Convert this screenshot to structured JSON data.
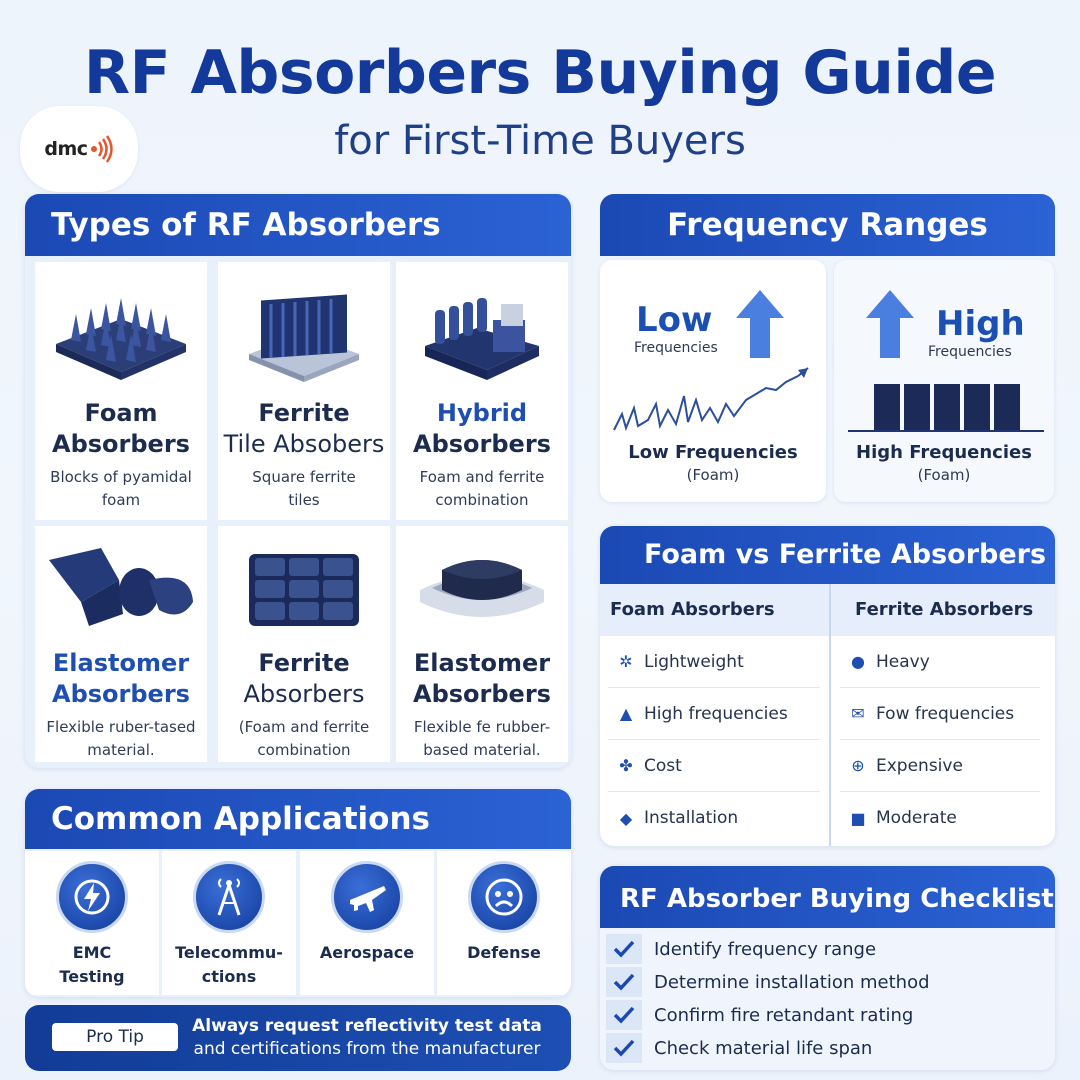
{
  "title": "RF Absorbers Buying Guide",
  "subtitle": "for First-Time Buyers",
  "logo": {
    "text": "dmc"
  },
  "types": {
    "heading": "Types of RF Absorbers",
    "items": [
      {
        "name1": "Foam",
        "name2": "Absorbers",
        "desc1": "Blocks of pyamidal",
        "desc2": "foam"
      },
      {
        "name1": "Ferrite",
        "name2": "Tile Absobers",
        "desc1": "Square ferrite",
        "desc2": "tiles"
      },
      {
        "name1": "Hybrid",
        "name2": "Absorbers",
        "desc1": "Foam and ferrite",
        "desc2": "combination"
      },
      {
        "name1": "Elastomer",
        "name2": "Absorbers",
        "desc1": "Flexible ruber-tased",
        "desc2": "material."
      },
      {
        "name1": "Ferrite",
        "name2": "Absorbers",
        "desc1": "(Foam and ferrite",
        "desc2": "combination"
      },
      {
        "name1": "Elastomer",
        "name2": "Absorbers",
        "desc1": "Flexible fe rubber-",
        "desc2": "based material."
      }
    ]
  },
  "frequency": {
    "heading": "Frequency Ranges",
    "low": {
      "big": "Low",
      "small": "Frequencies",
      "label": "Low Frequencies",
      "sub": "(Foam)"
    },
    "high": {
      "big": "High",
      "small": "Frequencies",
      "label": "High Frequencies",
      "sub": "(Foam)"
    }
  },
  "comparison": {
    "heading": "Foam vs Ferrite Absorbers",
    "col_foam": "Foam Absorbers",
    "col_ferrite": "Ferrite Absorbers",
    "foam_rows": [
      "Lightweight",
      "High frequencies",
      "Cost",
      "Installation"
    ],
    "ferrite_rows": [
      "Heavy",
      "Fow frequencies",
      "Expensive",
      "Moderate"
    ]
  },
  "applications": {
    "heading": "Common Applications",
    "items": [
      {
        "line1": "EMC",
        "line2": "Testing"
      },
      {
        "line1": "Telecommu-",
        "line2": "ctions"
      },
      {
        "line1": "Aerospace",
        "line2": ""
      },
      {
        "line1": "Defense",
        "line2": ""
      }
    ]
  },
  "tip": {
    "badge": "Pro Tip",
    "line1": "Always request reflectivity test data",
    "line2": "and certifications from the manufacturer"
  },
  "checklist": {
    "heading": "RF Absorber Buying Checklist",
    "items": [
      "Identify frequency range",
      "Determine installation method",
      "Confirm fire retandant rating",
      "Check material life span"
    ]
  },
  "colors": {
    "primary": "#1b49b4",
    "title": "#13399a",
    "logo_accent": "#e4572e"
  }
}
